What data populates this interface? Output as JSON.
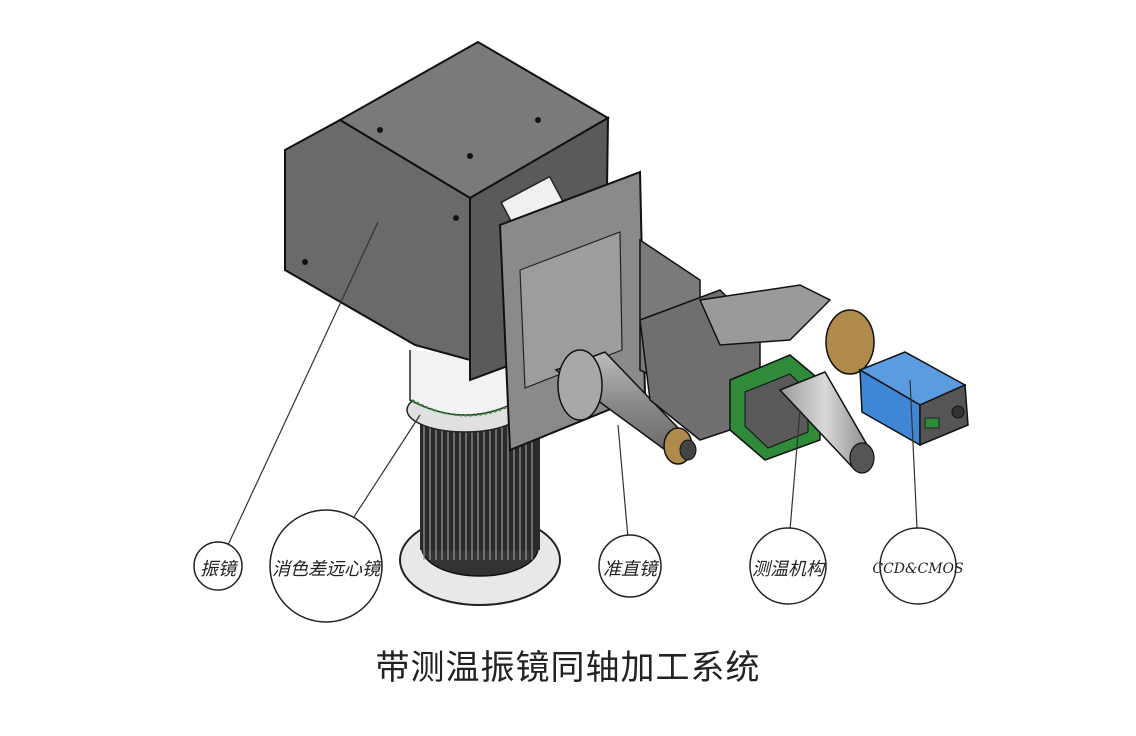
{
  "labels": {
    "galvo": "振镜",
    "telecentric": "消色差远心镜",
    "collimator": "准直镜",
    "temp_module": "测温机构",
    "camera": "CCD&CMOS"
  },
  "caption": "带测温振镜同轴加工系统",
  "colors": {
    "housing": "#6b6b6b",
    "housing_dark": "#4a4a4a",
    "green_plate": "#2f8a3a",
    "blue_camera": "#3f86d6",
    "brass": "#b08a4a"
  }
}
